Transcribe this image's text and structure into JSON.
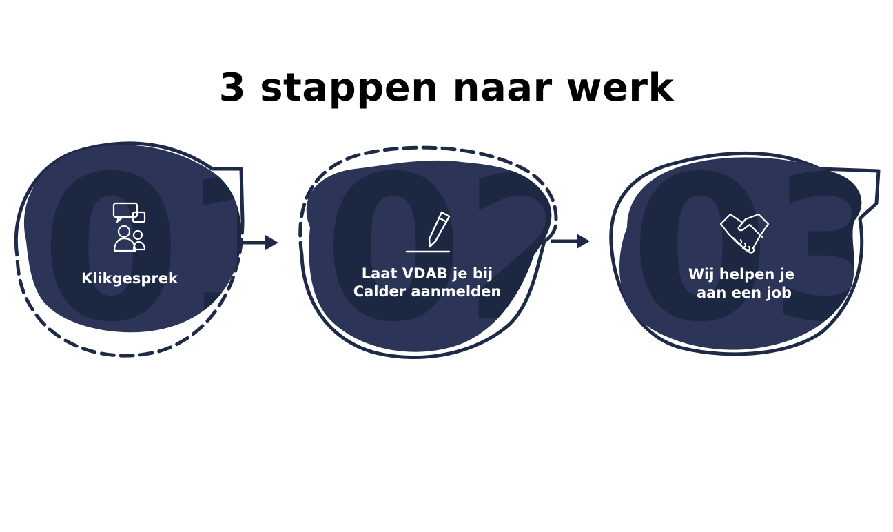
{
  "title": "3 stappen naar werk",
  "colors": {
    "blob": "#2c3557",
    "number": "#1c2741",
    "outline": "#1e2a48",
    "text": "#ffffff",
    "title": "#000000"
  },
  "steps": [
    {
      "number": "01",
      "icon": "chat-people-icon",
      "lines": [
        "Klikgesprek"
      ]
    },
    {
      "number": "02",
      "icon": "pen-sign-icon",
      "lines": [
        "Laat VDAB je bij",
        "Calder aanmelden"
      ]
    },
    {
      "number": "03",
      "icon": "handshake-icon",
      "lines": [
        "Wij helpen je",
        "aan een job"
      ]
    }
  ]
}
